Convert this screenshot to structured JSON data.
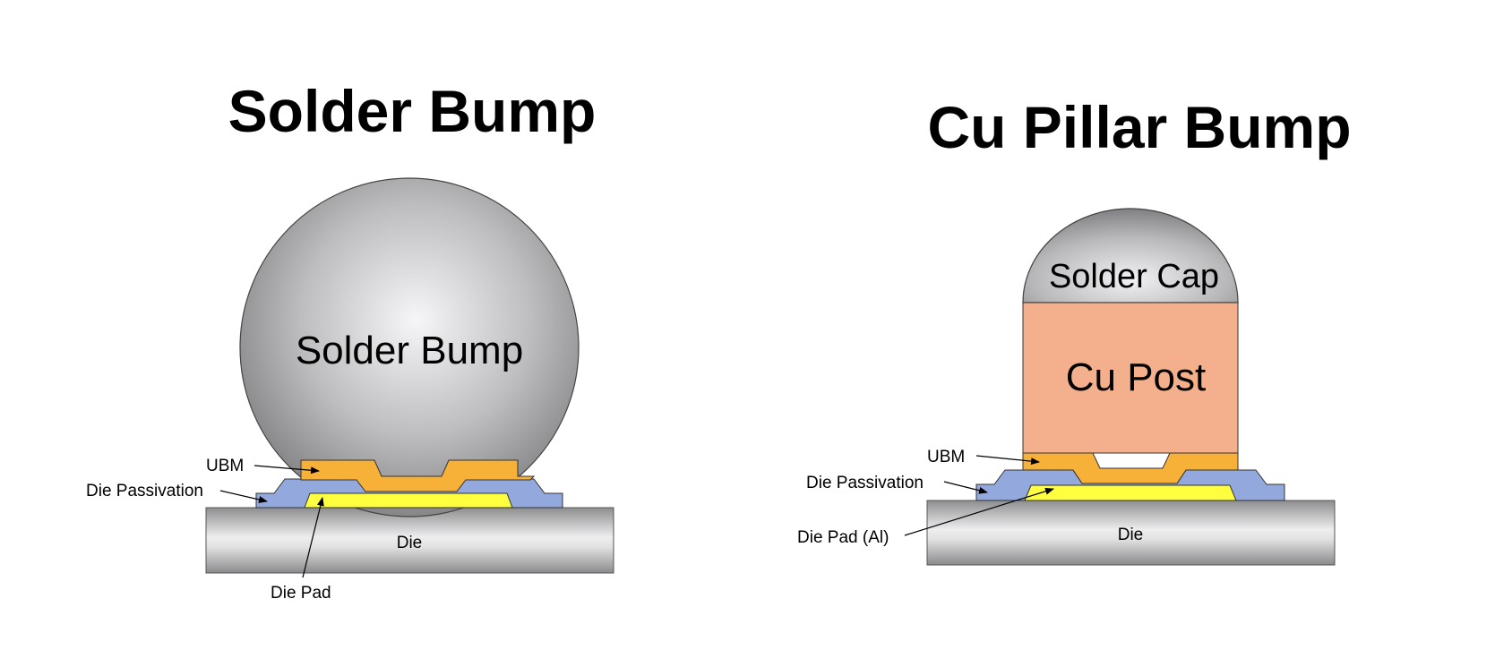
{
  "left": {
    "title": "Solder Bump",
    "bump_label": "Solder Bump",
    "ubm_label": "UBM",
    "passivation_label": "Die Passivation",
    "die_label": "Die",
    "pad_label": "Die Pad"
  },
  "right": {
    "title": "Cu Pillar Bump",
    "cap_label": "Solder Cap",
    "post_label": "Cu Post",
    "ubm_label": "UBM",
    "passivation_label": "Die Passivation",
    "pad_label": "Die Pad (Al)",
    "die_label": "Die"
  },
  "colors": {
    "ubm": "#F7B038",
    "passivation": "#93A9DD",
    "pad": "#FFFF40",
    "cu_post": "#F4B08C",
    "outline": "#333333"
  }
}
